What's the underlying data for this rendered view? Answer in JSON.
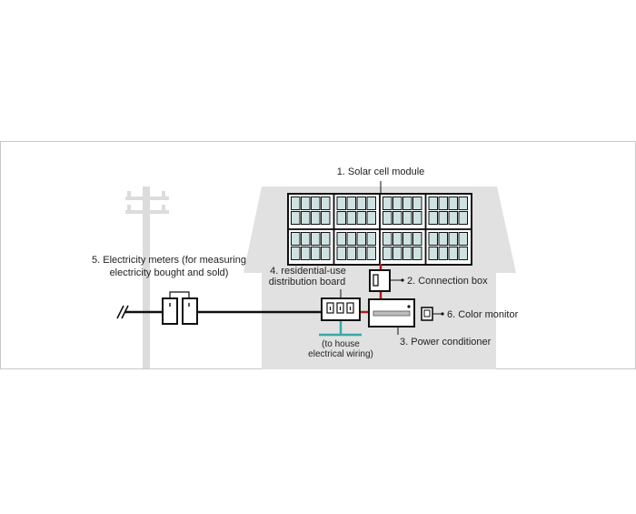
{
  "diagram": {
    "labels": {
      "solar_module": "1. Solar cell module",
      "connection_box": "2. Connection box",
      "power_conditioner": "3. Power conditioner",
      "distribution_board_line1": "4. residential-use",
      "distribution_board_line2": "distribution board",
      "meters_line1": "5. Electricity meters  (for measuring",
      "meters_line2": "electricity bought and sold)",
      "color_monitor": "6. Color monitor",
      "house_wiring_line1": "(to house",
      "house_wiring_line2": "electrical wiring)"
    },
    "colors": {
      "background_pole": "#dcdcdc",
      "house": "#e1e1e1",
      "panel_cell": "#cfe2e2",
      "dc_wire": "#b01c1c",
      "ac_wire": "#111111",
      "house_wiring": "#38a8a8",
      "frame_border": "#c8c8c8"
    }
  }
}
